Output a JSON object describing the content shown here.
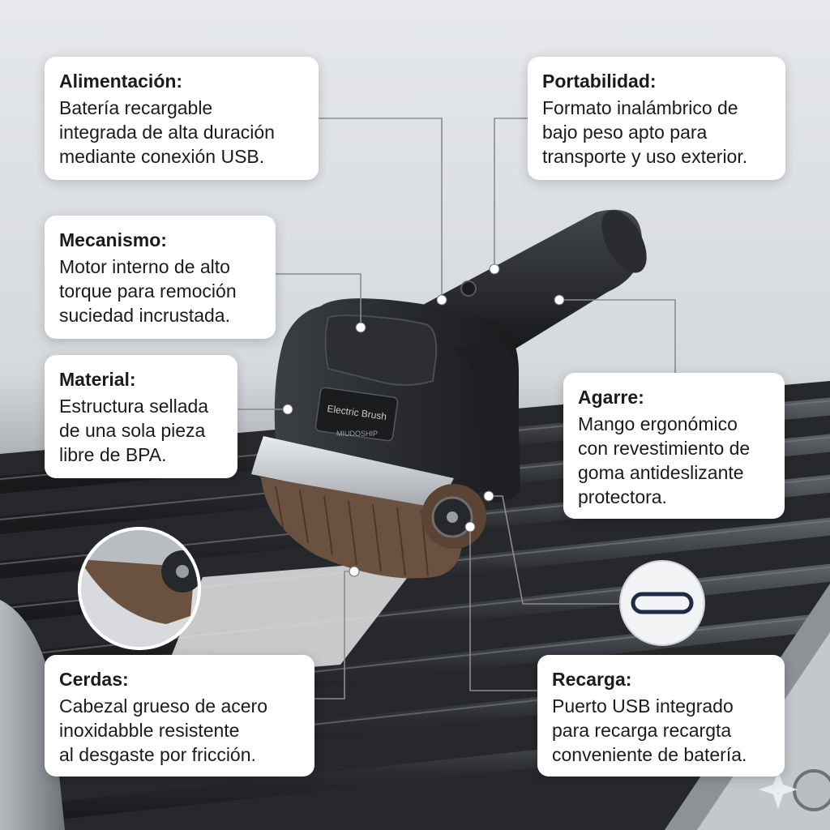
{
  "device": {
    "label": "Electric Brush",
    "brand": "MIUDOSHIP"
  },
  "callouts": {
    "alimentacion": {
      "title": "Alimentación:",
      "lines": [
        "Batería recargable",
        "integrada de alta duración",
        "mediante conexión USB."
      ]
    },
    "portabilidad": {
      "title": "Portabilidad:",
      "lines": [
        "Formato inalámbrico de",
        "bajo peso apto para",
        "transporte y uso exterior."
      ]
    },
    "mecanismo": {
      "title": "Mecanismo:",
      "lines": [
        "Motor interno de alto",
        "torque para remoción",
        "suciedad incrustada."
      ]
    },
    "material": {
      "title": "Material:",
      "lines": [
        "Estructura sellada",
        "de una sola pieza",
        "libre de BPA."
      ]
    },
    "agarre": {
      "title": "Agarre:",
      "lines": [
        "Mango ergonómico",
        "con revestimiento de",
        "goma antideslizante",
        "protectora."
      ]
    },
    "cerdas": {
      "title": "Cerdas:",
      "lines": [
        "Cabezal grueso de acero",
        "inoxidabble resistente",
        "al desgaste por fricción."
      ]
    },
    "recarga": {
      "title": "Recarga:",
      "lines": [
        "Puerto USB integrado",
        "para recarga recargta",
        "conveniente de batería."
      ]
    }
  },
  "colors": {
    "background_top": "#e4e6e9",
    "grill_dark": "#2b2d30",
    "brush_body": "#2e3033",
    "bristles": "#6b5140",
    "leader_line": "#8c8c8c",
    "card": "#ffffff"
  },
  "icons": {
    "usb_c": "usb-c-port-icon",
    "sparkle": "sparkle-icon"
  }
}
